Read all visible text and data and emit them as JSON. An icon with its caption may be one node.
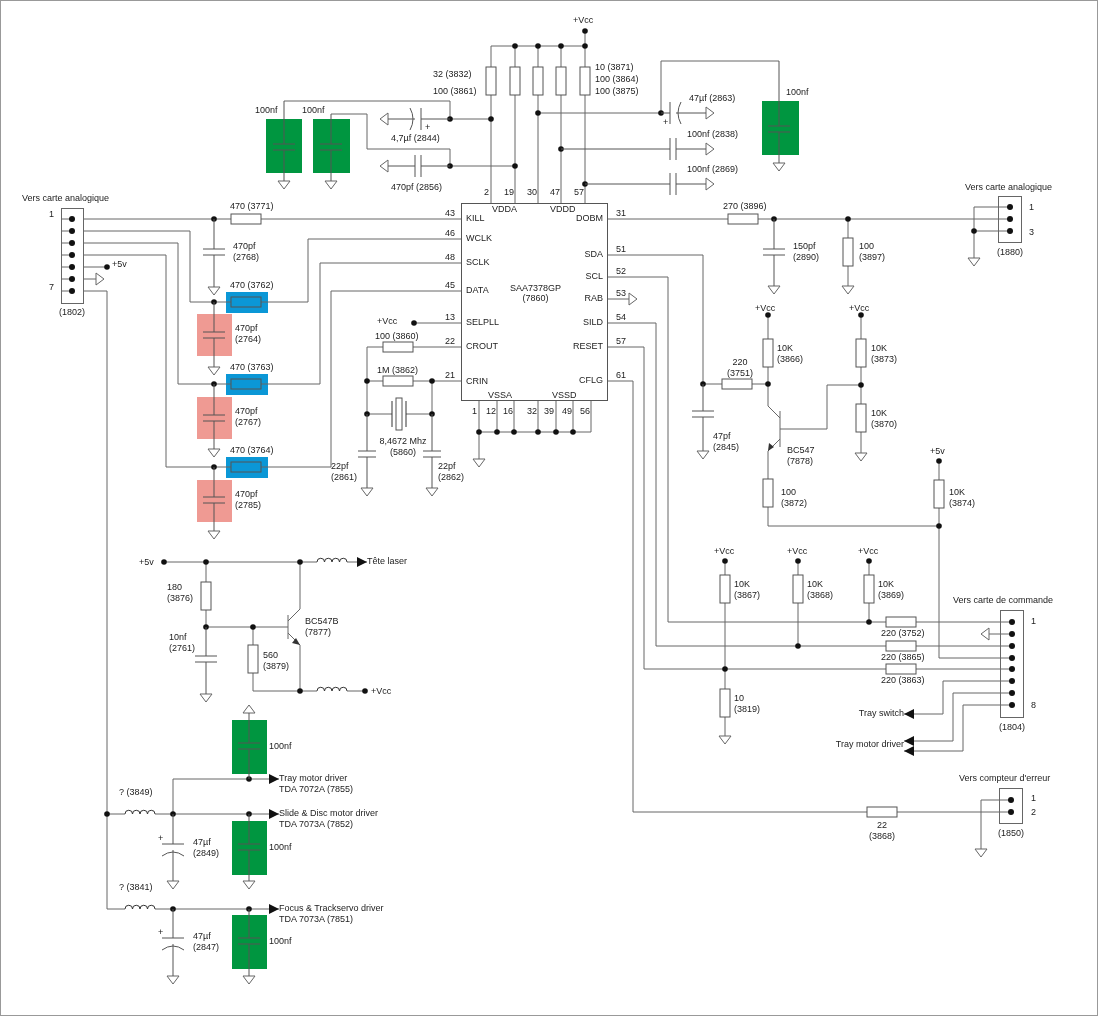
{
  "diagram": {
    "nodes": [
      {
        "text": [
          "VDDA",
          "VDDD",
          "KILL",
          "DOBM",
          "WCLK",
          "SDA",
          "SCLK",
          "SCL",
          "DATA",
          "RAB",
          "SAA7378GP (7860)",
          "SELPLL",
          "SILD",
          "CROUT",
          "RESET",
          "CRIN",
          "CFLG",
          "VSSA",
          "VSSD"
        ],
        "beside": [
          "2",
          "19",
          "30",
          "47",
          "57",
          "43",
          "46",
          "48",
          "45",
          "13",
          "22",
          "21",
          "31",
          "51",
          "52",
          "53",
          "54",
          "57",
          "61",
          "1",
          "12",
          "16",
          "32",
          "39",
          "49",
          "56"
        ]
      },
      {
        "text": [
          "Vers carte analogique"
        ],
        "beside": [
          "1",
          "7",
          "(1802)"
        ]
      },
      {
        "text": [
          "Vers carte analogique"
        ],
        "beside": [
          "1",
          "3",
          "(1880)"
        ]
      },
      {
        "text": [
          "Tête laser"
        ]
      },
      {
        "text": [
          "Vers carte de commande"
        ],
        "beside": [
          "1",
          "8",
          "(1804)"
        ]
      },
      {
        "text": [
          "Tray switch"
        ]
      },
      {
        "text": [
          "Tray motor driver"
        ]
      },
      {
        "text": [
          "Tray motor driver TDA 7072A (7855)"
        ]
      },
      {
        "text": [
          "Slide & Disc motor driver TDA 7073A (7852)"
        ]
      },
      {
        "text": [
          "Vers compteur d'erreur"
        ],
        "beside": [
          "1",
          "2",
          "(1850)"
        ]
      },
      {
        "text": [
          "Focus & Trackservo driver TDA 7073A (7851)"
        ]
      }
    ],
    "edges": [
      {
        "from": 1,
        "to": 0,
        "arrow": "none"
      },
      {
        "from": 1,
        "to": 0,
        "arrow": "none"
      },
      {
        "from": 1,
        "to": 0,
        "arrow": "none"
      },
      {
        "from": 1,
        "to": 0,
        "arrow": "none"
      },
      {
        "from": 0,
        "to": 2,
        "arrow": "none"
      },
      {
        "from": 0,
        "to": 4,
        "arrow": "none"
      },
      {
        "from": 0,
        "to": 4,
        "arrow": "none"
      },
      {
        "from": 0,
        "to": 4,
        "arrow": "none"
      },
      {
        "from": 0,
        "to": 9,
        "arrow": "none"
      },
      {
        "from": 4,
        "to": 5,
        "arrow": "to"
      },
      {
        "from": 4,
        "to": 6,
        "arrow": "to"
      },
      {
        "from": 4,
        "to": 6,
        "arrow": "to"
      },
      {
        "from": null,
        "to": 3,
        "arrow": "to"
      },
      {
        "from": null,
        "to": 7,
        "arrow": "to"
      },
      {
        "from": null,
        "to": 8,
        "arrow": "to"
      },
      {
        "from": null,
        "to": 10,
        "arrow": "to"
      }
    ],
    "labels": [
      "+Vcc",
      "32 (3832)",
      "100 (3861)",
      "10 (3871)",
      "100 (3864)",
      "100 (3875)",
      "100nf",
      "100nf",
      "+",
      "4,7µf (2844)",
      "470pf (2856)",
      "47µf (2863)",
      "+",
      "100nf (2838)",
      "100nf (2869)",
      "100nf",
      "470 (3771)",
      "470pf (2768)",
      "470 (3762)",
      "+Vcc",
      "470pf (2764)",
      "100 (3860)",
      "470 (3763)",
      "1M (3862)",
      "470pf (2767)",
      "8,4672 Mhz (5860)",
      "470 (3764)",
      "22pf (2861)",
      "22pf (2862)",
      "470pf (2785)",
      "270 (3896)",
      "150pf (2890)",
      "100 (3897)",
      "+Vcc",
      "+Vcc",
      "10K (3866)",
      "10K (3873)",
      "220 (3751)",
      "10K (3870)",
      "47pf (2845)",
      "BC547 (7878)",
      "+5v",
      "100 (3872)",
      "10K (3874)",
      "+Vcc",
      "+Vcc",
      "+Vcc",
      "10K (3867)",
      "10K (3868)",
      "10K (3869)",
      "220 (3752)",
      "220 (3865)",
      "220 (3863)",
      "10 (3819)",
      "22 (3868)",
      "+5v",
      "180 (3876)",
      "10nf (2761)",
      "BC547B (7877)",
      "560 (3879)",
      "+Vcc",
      "100nf",
      "? (3849)",
      "+",
      "47µf (2849)",
      "100nf",
      "? (3841)",
      "+",
      "47µf (2847)",
      "100nf",
      "+5v"
    ]
  }
}
